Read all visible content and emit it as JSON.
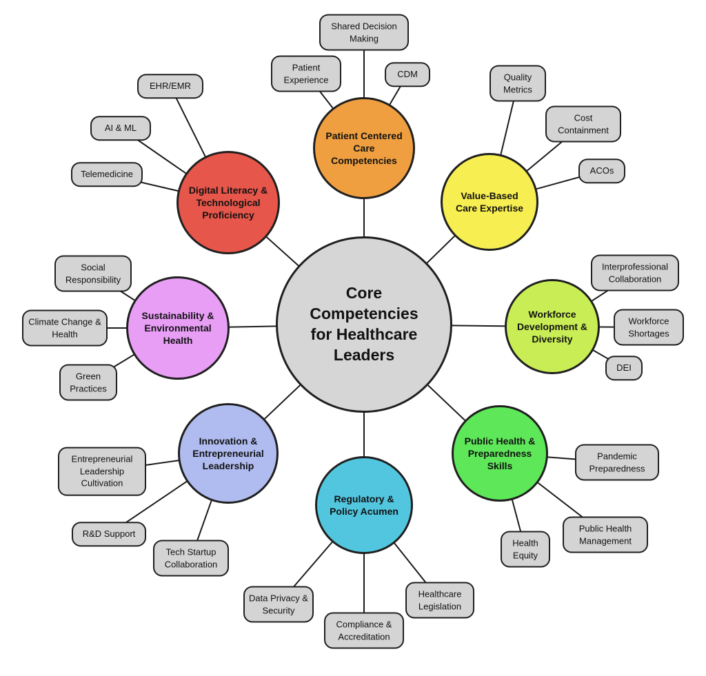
{
  "diagram": {
    "title": "Core Competencies for Healthcare Leaders",
    "colors": {
      "background": "#ffffff",
      "line": "#1a1a1a",
      "node_border": "#1f1f1f",
      "satellite_fill": "#d4d4d4"
    },
    "center": {
      "label": "Core Competencies for Healthcare Leaders",
      "fill": "#d6d6d6"
    },
    "branches": [
      {
        "label": "Patient Centered Care Competencies",
        "fill": "#ef9f40",
        "satellites": [
          "Shared Decision Making",
          "Patient Experience",
          "CDM"
        ]
      },
      {
        "label": "Value-Based Care Expertise",
        "fill": "#f7ee52",
        "satellites": [
          "Quality Metrics",
          "Cost Containment",
          "ACOs"
        ]
      },
      {
        "label": "Workforce Development & Diversity",
        "fill": "#c9ee55",
        "satellites": [
          "Interprofessional Collaboration",
          "Workforce Shortages",
          "DEI"
        ]
      },
      {
        "label": "Public Health & Preparedness Skills",
        "fill": "#5fe75a",
        "satellites": [
          "Pandemic Preparedness",
          "Public Health Management",
          "Health Equity"
        ]
      },
      {
        "label": "Regulatory & Policy Acumen",
        "fill": "#52c6df",
        "satellites": [
          "Data Privacy & Security",
          "Compliance & Accreditation",
          "Healthcare Legislation"
        ]
      },
      {
        "label": "Innovation & Entrepreneurial Leadership",
        "fill": "#b0bcf0",
        "satellites": [
          "Entrepreneurial Leadership Cultivation",
          "R&D Support",
          "Tech Startup Collaboration"
        ]
      },
      {
        "label": "Sustainability & Environmental Health",
        "fill": "#e89ef5",
        "satellites": [
          "Social Responsibility",
          "Climate Change & Health",
          "Green Practices"
        ]
      },
      {
        "label": "Digital Literacy & Technological Proficiency",
        "fill": "#e6564a",
        "satellites": [
          "EHR/EMR",
          "AI & ML",
          "Telemedicine"
        ]
      }
    ]
  }
}
